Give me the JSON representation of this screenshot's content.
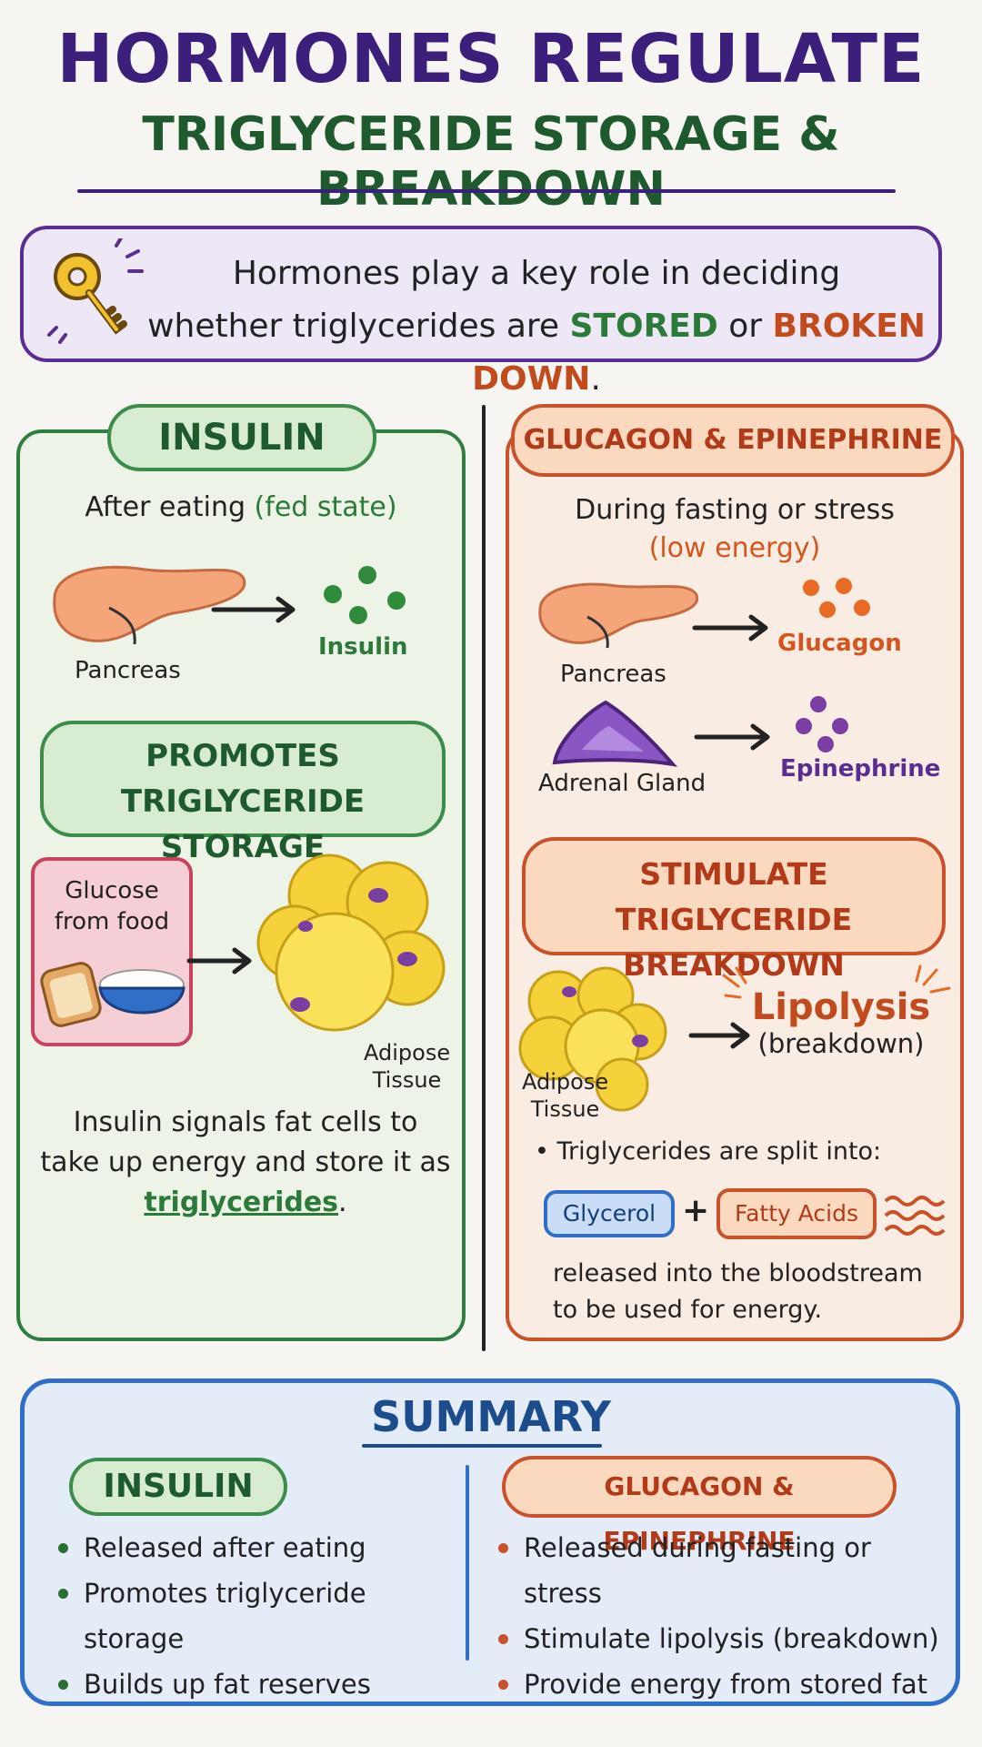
{
  "title": {
    "line1": "HORMONES REGULATE",
    "line2": "TRIGLYCERIDE STORAGE & BREAKDOWN"
  },
  "intro": {
    "text_a": "Hormones play a key role in deciding",
    "text_b": "whether triglycerides are",
    "stored": "STORED",
    "or": "or",
    "broken": "BROKEN DOWN",
    "end": ".",
    "icon": "key-icon"
  },
  "insulin_panel": {
    "header": "INSULIN",
    "context_a": "After eating",
    "context_b": "(fed state)",
    "pancreas_label": "Pancreas",
    "hormone_label": "Insulin",
    "effect_line1": "PROMOTES",
    "effect_line2": "TRIGLYCERIDE STORAGE",
    "glucose_line1": "Glucose",
    "glucose_line2": "from food",
    "adipose_line1": "Adipose",
    "adipose_line2": "Tissue",
    "desc_line1": "Insulin signals fat cells to",
    "desc_line2": "take up energy and store it as",
    "desc_keyword": "triglycerides",
    "desc_end": "."
  },
  "glucagon_panel": {
    "header": "GLUCAGON & EPINEPHRINE",
    "context_a": "During fasting or stress",
    "context_b": "(low energy)",
    "pancreas_label": "Pancreas",
    "glucagon_label": "Glucagon",
    "adrenal_label": "Adrenal Gland",
    "epinephrine_label": "Epinephrine",
    "effect_line1": "STIMULATE",
    "effect_line2": "TRIGLYCERIDE BREAKDOWN",
    "adipose_line1": "Adipose",
    "adipose_line2": "Tissue",
    "lipolysis": "Lipolysis",
    "lipolysis_sub": "(breakdown)",
    "split_text": "• Triglycerides are split into:",
    "glycerol": "Glycerol",
    "plus": "+",
    "fatty_acids": "Fatty Acids",
    "released_line1": "released into the bloodstream",
    "released_line2": "to be used for energy."
  },
  "summary": {
    "title": "SUMMARY",
    "left_header": "INSULIN",
    "left_items": [
      "Released after eating",
      "Promotes triglyceride storage",
      "Builds up fat reserves"
    ],
    "right_header": "GLUCAGON & EPINEPHRINE",
    "right_items": [
      "Released during fasting or stress",
      "Stimulate lipolysis (breakdown)",
      "Provide energy from stored fat"
    ]
  },
  "colors": {
    "title": "#3b1f7a",
    "insulin": "#2b7a3a",
    "glucagon": "#c9522a",
    "summary": "#2f6fc7"
  }
}
